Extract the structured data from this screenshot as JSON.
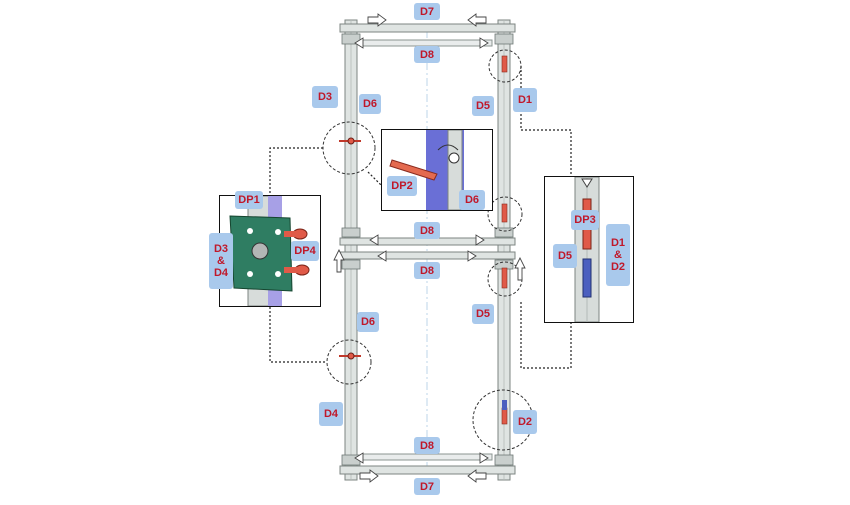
{
  "labels": {
    "d7_top": "D7",
    "d8_top": "D8",
    "d3": "D3",
    "d6_upper": "D6",
    "d5_upper": "D5",
    "d1": "D1",
    "dp2": "DP2",
    "d6_inset": "D6",
    "dp1": "DP1",
    "d3_d4": "D3\n&\nD4",
    "dp4": "DP4",
    "d8_mid_upper": "D8",
    "d8_mid_lower": "D8",
    "dp3": "DP3",
    "d5_inset": "D5",
    "d1_d2": "D1\n&\nD2",
    "d6_lower": "D6",
    "d5_lower": "D5",
    "d4": "D4",
    "d2": "D2",
    "d8_bottom": "D8",
    "d7_bottom": "D7"
  },
  "colors": {
    "label_bg": "#a9c9ec",
    "label_text": "#c0182a",
    "frame": "#dfe4e2",
    "frame_edge": "#7c8582",
    "pin_red": "#e05a48",
    "brace_blue": "#6a6fd6",
    "bracket_green": "#2f7d62"
  }
}
